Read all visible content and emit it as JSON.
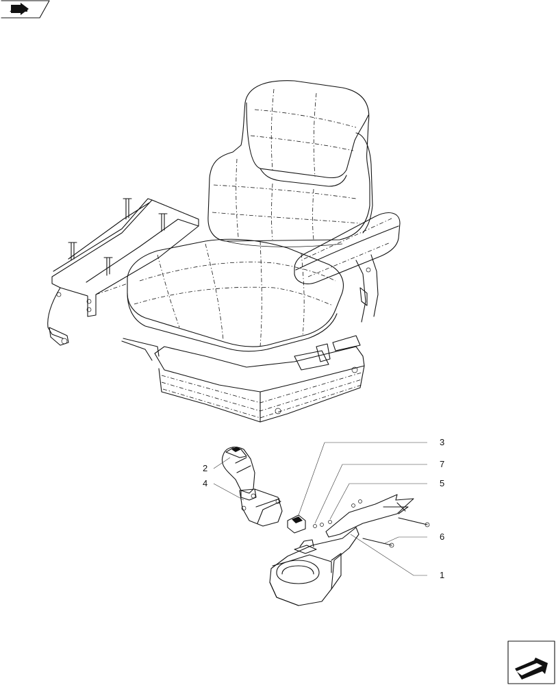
{
  "diagram": {
    "type": "exploded-parts-view",
    "callouts": [
      {
        "id": "c3",
        "label": "3"
      },
      {
        "id": "c7",
        "label": "7"
      },
      {
        "id": "c5",
        "label": "5"
      },
      {
        "id": "c6",
        "label": "6"
      },
      {
        "id": "c1",
        "label": "1"
      },
      {
        "id": "c2",
        "label": "2"
      },
      {
        "id": "c4",
        "label": "4"
      }
    ],
    "icons": {
      "top_left": "previous-page-icon",
      "bottom_right": "next-page-icon"
    }
  }
}
